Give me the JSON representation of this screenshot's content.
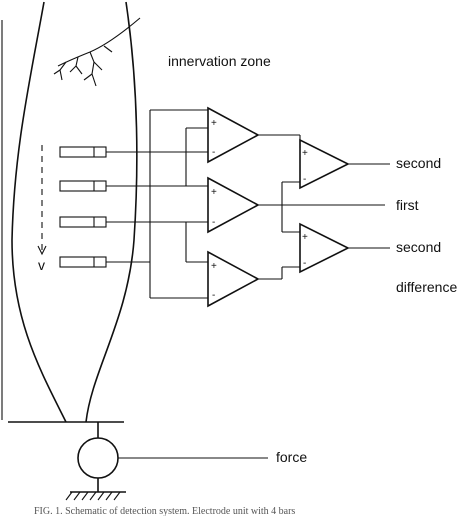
{
  "labels": {
    "innervation_zone": "innervation zone",
    "output_second_top": "second",
    "output_first": "first",
    "output_second_bottom": "second",
    "output_difference": "difference",
    "force": "force",
    "arrow_letter": "v"
  },
  "caption_fragment": "FIG. 1. Schematic of detection system. Electrode unit with 4 bars",
  "amplifier_signs": {
    "plus": "+",
    "minus": "-"
  }
}
